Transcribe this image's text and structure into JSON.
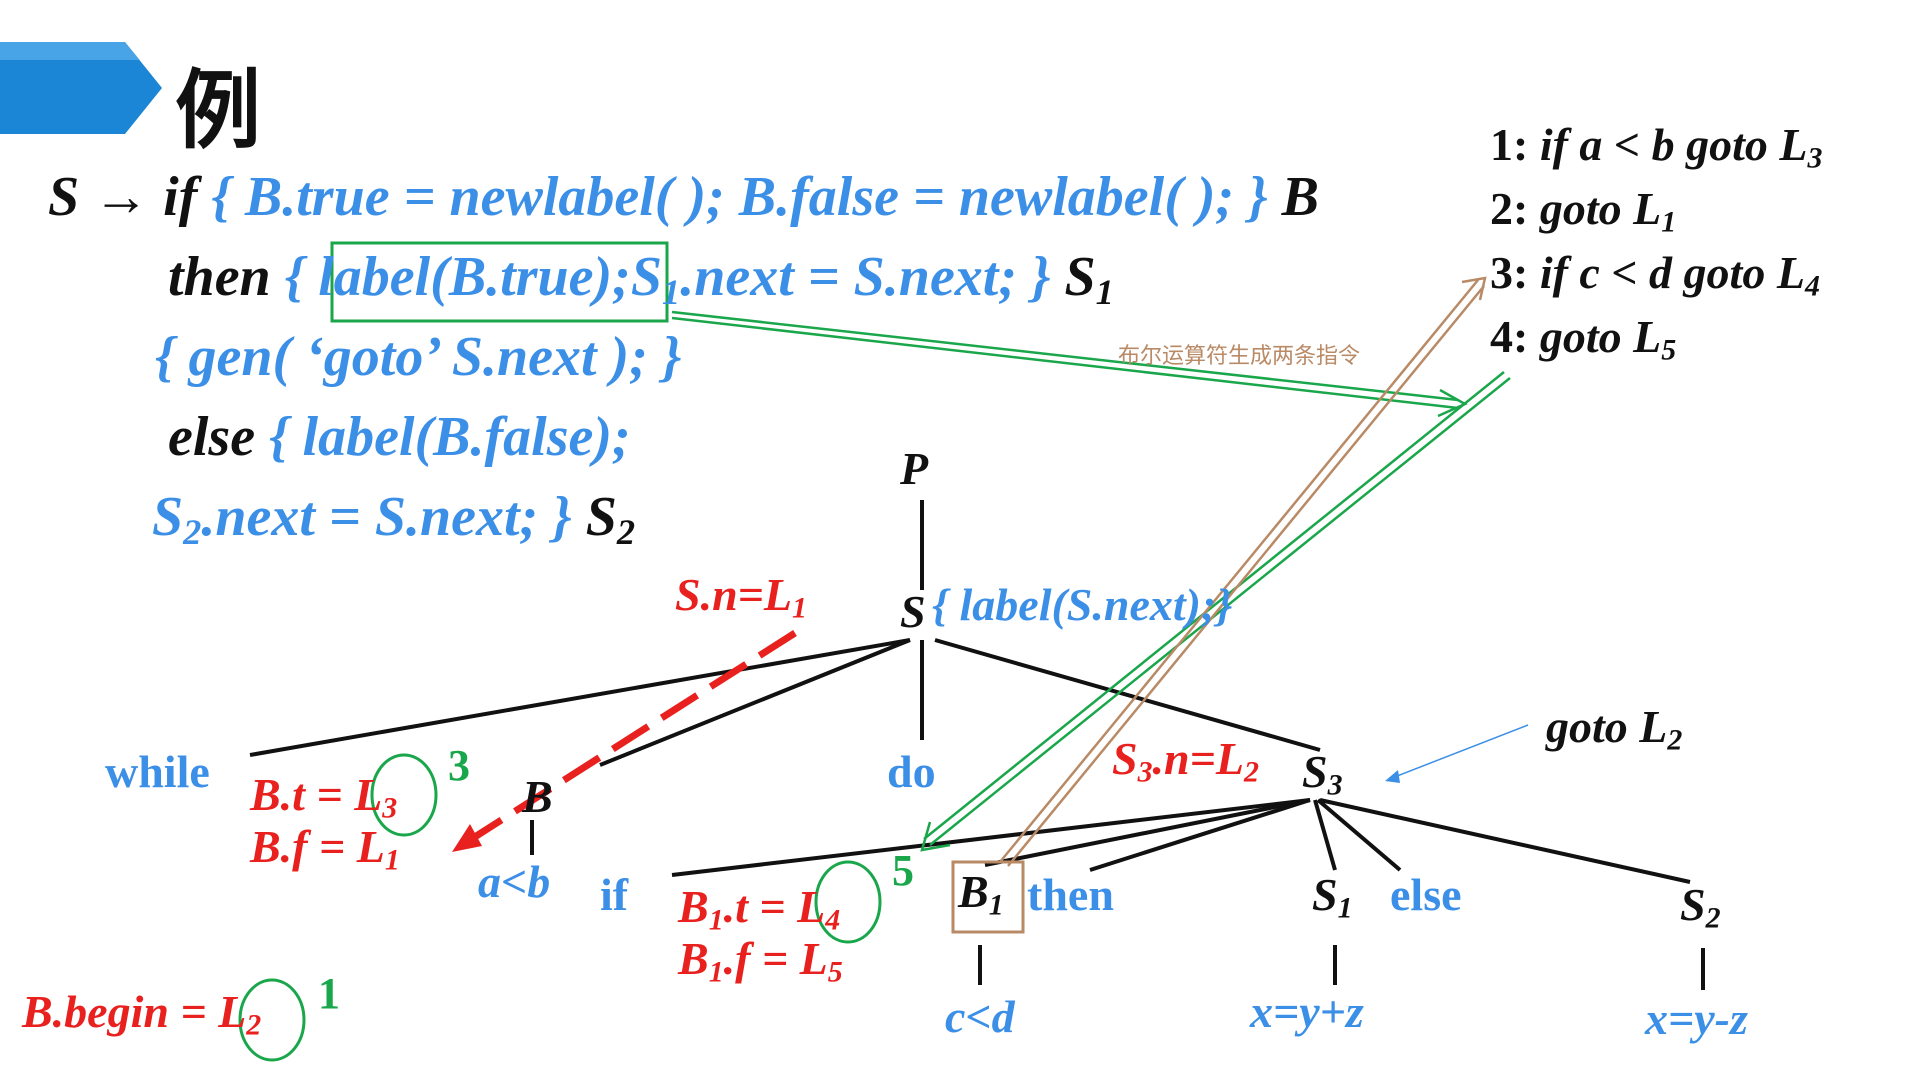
{
  "header": {
    "title": "例"
  },
  "rule": {
    "line1": {
      "s": "S",
      "arrow": "→",
      "if_kw": "if",
      "action": "{ B.true = newlabel( ); B.false = newlabel( ); }",
      "b": "B"
    },
    "line2": {
      "then_kw": "then",
      "brace_open": "{",
      "label_call": "label(B.true);",
      "s1_next": "S",
      "s1_sub": "1",
      "next_assign": ".next = S.next; }",
      "s1": "S",
      "s1_sub2": "1"
    },
    "line3": {
      "gen": "{ gen( ‘goto’ S.next ); }"
    },
    "line4": {
      "else_kw": "else",
      "action": "{ label(B.false);"
    },
    "line5": {
      "s2_next": "S",
      "s2_sub": "2",
      "rest": ".next = S.next; }",
      "s2": "S",
      "s2_sub2": "2"
    }
  },
  "code": [
    {
      "num": "1:",
      "text": "if a < b  goto L",
      "sub": "3"
    },
    {
      "num": "2:",
      "text": "goto L",
      "sub": "1"
    },
    {
      "num": "3:",
      "text": "if c < d  goto L",
      "sub": "4"
    },
    {
      "num": "4:",
      "text": "goto L",
      "sub": "5"
    }
  ],
  "bool_note": "布尔运算符生成两条指令",
  "goto_l2": {
    "text": "goto L",
    "sub": "2"
  },
  "tree": {
    "p": "P",
    "s": "S",
    "s_action": "{ label(S.next);}",
    "s_next": {
      "pre": "S.n=L",
      "sub": "1"
    },
    "while": "while",
    "b": "B",
    "do": "do",
    "s3": {
      "s": "S",
      "sub": "3"
    },
    "s3_next": {
      "pre1": "S",
      "sub1": "3",
      "mid": ".n=L",
      "sub2": "2"
    },
    "bt": {
      "pre": "B.t = ",
      "l": "L",
      "sub": "3"
    },
    "bf": {
      "pre": "B.f = L",
      "sub": "1"
    },
    "num3": "3",
    "a_lt_b": "a<b",
    "if": "if",
    "b1": {
      "b": "B",
      "sub": "1"
    },
    "then": "then",
    "s1": {
      "s": "S",
      "sub": "1"
    },
    "else": "else",
    "s2": {
      "s": "S",
      "sub": "2"
    },
    "b1t": {
      "pre": "B",
      "sub": "1",
      "mid": ".t = ",
      "l": "L",
      "sub2": "4"
    },
    "b1f": {
      "pre": "B",
      "sub": "1",
      "mid": ".f = L",
      "sub2": "5"
    },
    "num5": "5",
    "c_lt_d": "c<d",
    "x_yz_plus": "x=y+z",
    "x_yz_minus": "x=y-z",
    "begin": {
      "pre": "B.begin = ",
      "l": "L",
      "sub": "2"
    },
    "num1": "1"
  },
  "colors": {
    "blue": "#3c8fe6",
    "red": "#e8201e",
    "green": "#1aa64a",
    "brown": "#b98a66",
    "banner": "#1b86d6"
  }
}
